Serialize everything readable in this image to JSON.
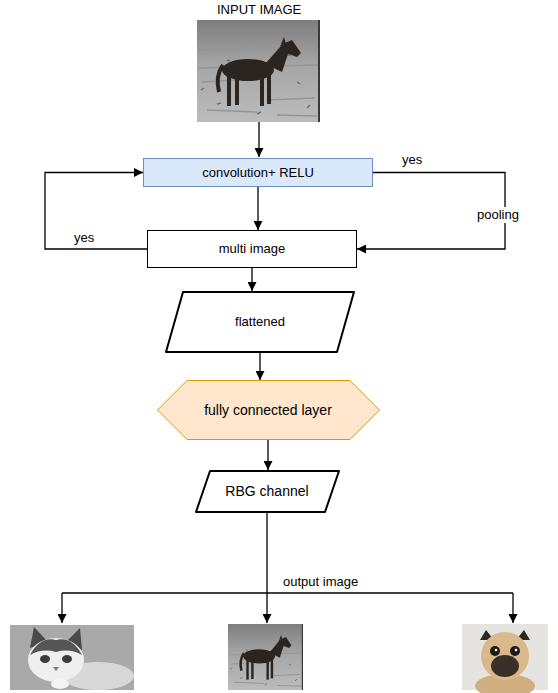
{
  "diagram": {
    "nodes": [
      {
        "text": [
          "convolution+ RELU"
        ]
      },
      {
        "text": [
          "multi image"
        ]
      },
      {
        "text": [
          "flattened"
        ]
      },
      {
        "text": [
          "fully connected layer"
        ]
      },
      {
        "text": [
          "RBG channel"
        ]
      }
    ],
    "edges": [
      {
        "from": 0,
        "to": 1,
        "arrow": "to"
      },
      {
        "from": 1,
        "to": 0,
        "label": "yes",
        "arrow": "to"
      },
      {
        "from": 0,
        "to": 1,
        "label": "yes",
        "arrow": "to"
      },
      {
        "from": 1,
        "to": 2,
        "arrow": "to"
      },
      {
        "from": 2,
        "to": 3,
        "arrow": "to"
      },
      {
        "from": 3,
        "to": 4,
        "arrow": "to"
      }
    ],
    "labels": [
      "INPUT IMAGE",
      "pooling",
      "output image"
    ]
  }
}
